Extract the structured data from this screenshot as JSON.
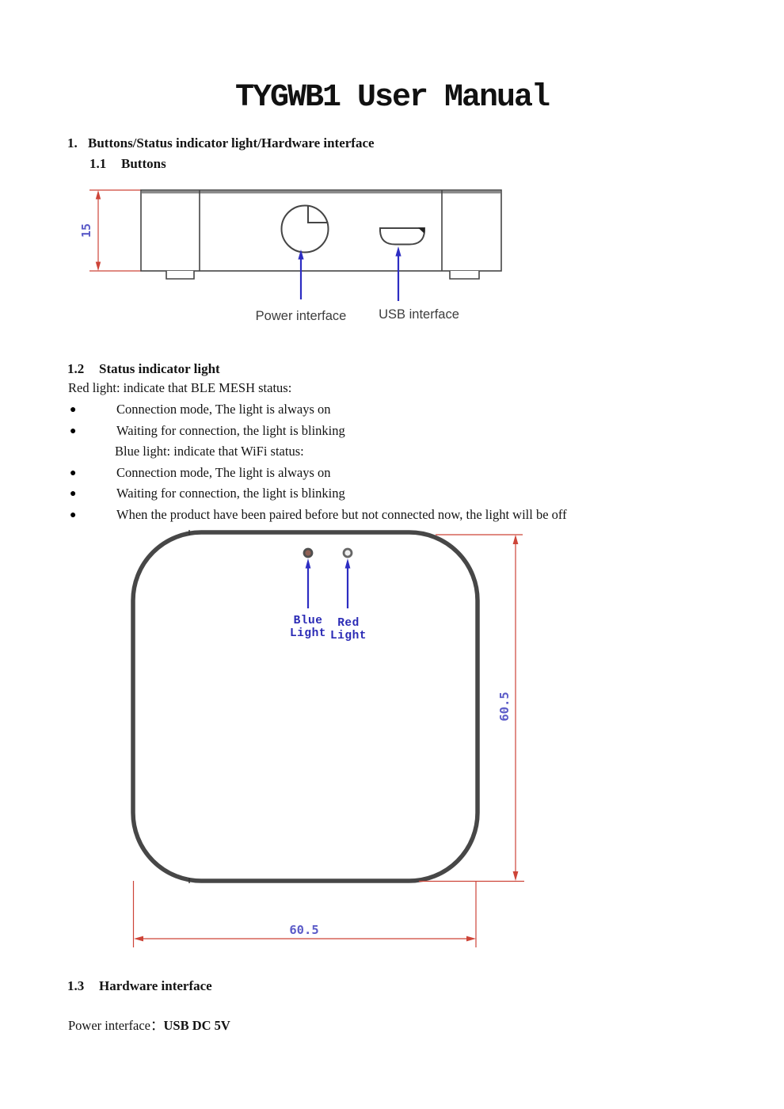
{
  "page": {
    "title": "TYGWB1 User Manual",
    "bullet_glyph": "●",
    "sections": {
      "s1": {
        "num": "1.",
        "title": "Buttons/Status indicator light/Hardware interface"
      },
      "s1_1": {
        "num": "1.1",
        "title": "Buttons"
      },
      "s1_2": {
        "num": "1.2",
        "title": "Status indicator light"
      },
      "s1_3": {
        "num": "1.3",
        "title": "Hardware interface"
      }
    },
    "status_light": {
      "red_intro": "Red light: indicate that BLE MESH status:",
      "bullets_red": [
        "Connection mode, The light is always on",
        "Waiting for connection, the light is blinking"
      ],
      "blue_intro": "Blue light: indicate that WiFi status:",
      "bullets_blue": [
        "Connection mode, The light is always on",
        "Waiting for connection, the light is blinking",
        "When the product have been paired before but not connected now, the light will be off"
      ]
    },
    "hardware": {
      "label": "Power interface：",
      "value": "USB DC 5V"
    }
  },
  "drawing_front": {
    "height_dim": "15",
    "power_label": "Power interface",
    "usb_label": "USB interface"
  },
  "drawing_top": {
    "width_dim": "60.5",
    "height_dim": "60.5",
    "blue_light": {
      "line1": "Blue",
      "line2": "Light"
    },
    "red_light": {
      "line1": "Red",
      "line2": "Light"
    }
  },
  "colors": {
    "dimension_red": "#cd4438",
    "dimension_text_blue": "#5b5bc8",
    "arrow_blue": "#2d2dc2",
    "light_label_blue": "#2a2ab5",
    "drawing_gray": "#474747",
    "callout_gray": "#3d3d3d",
    "blue_light_dot_fill": "#8f6055",
    "red_light_dot_fill": "#efefef"
  }
}
